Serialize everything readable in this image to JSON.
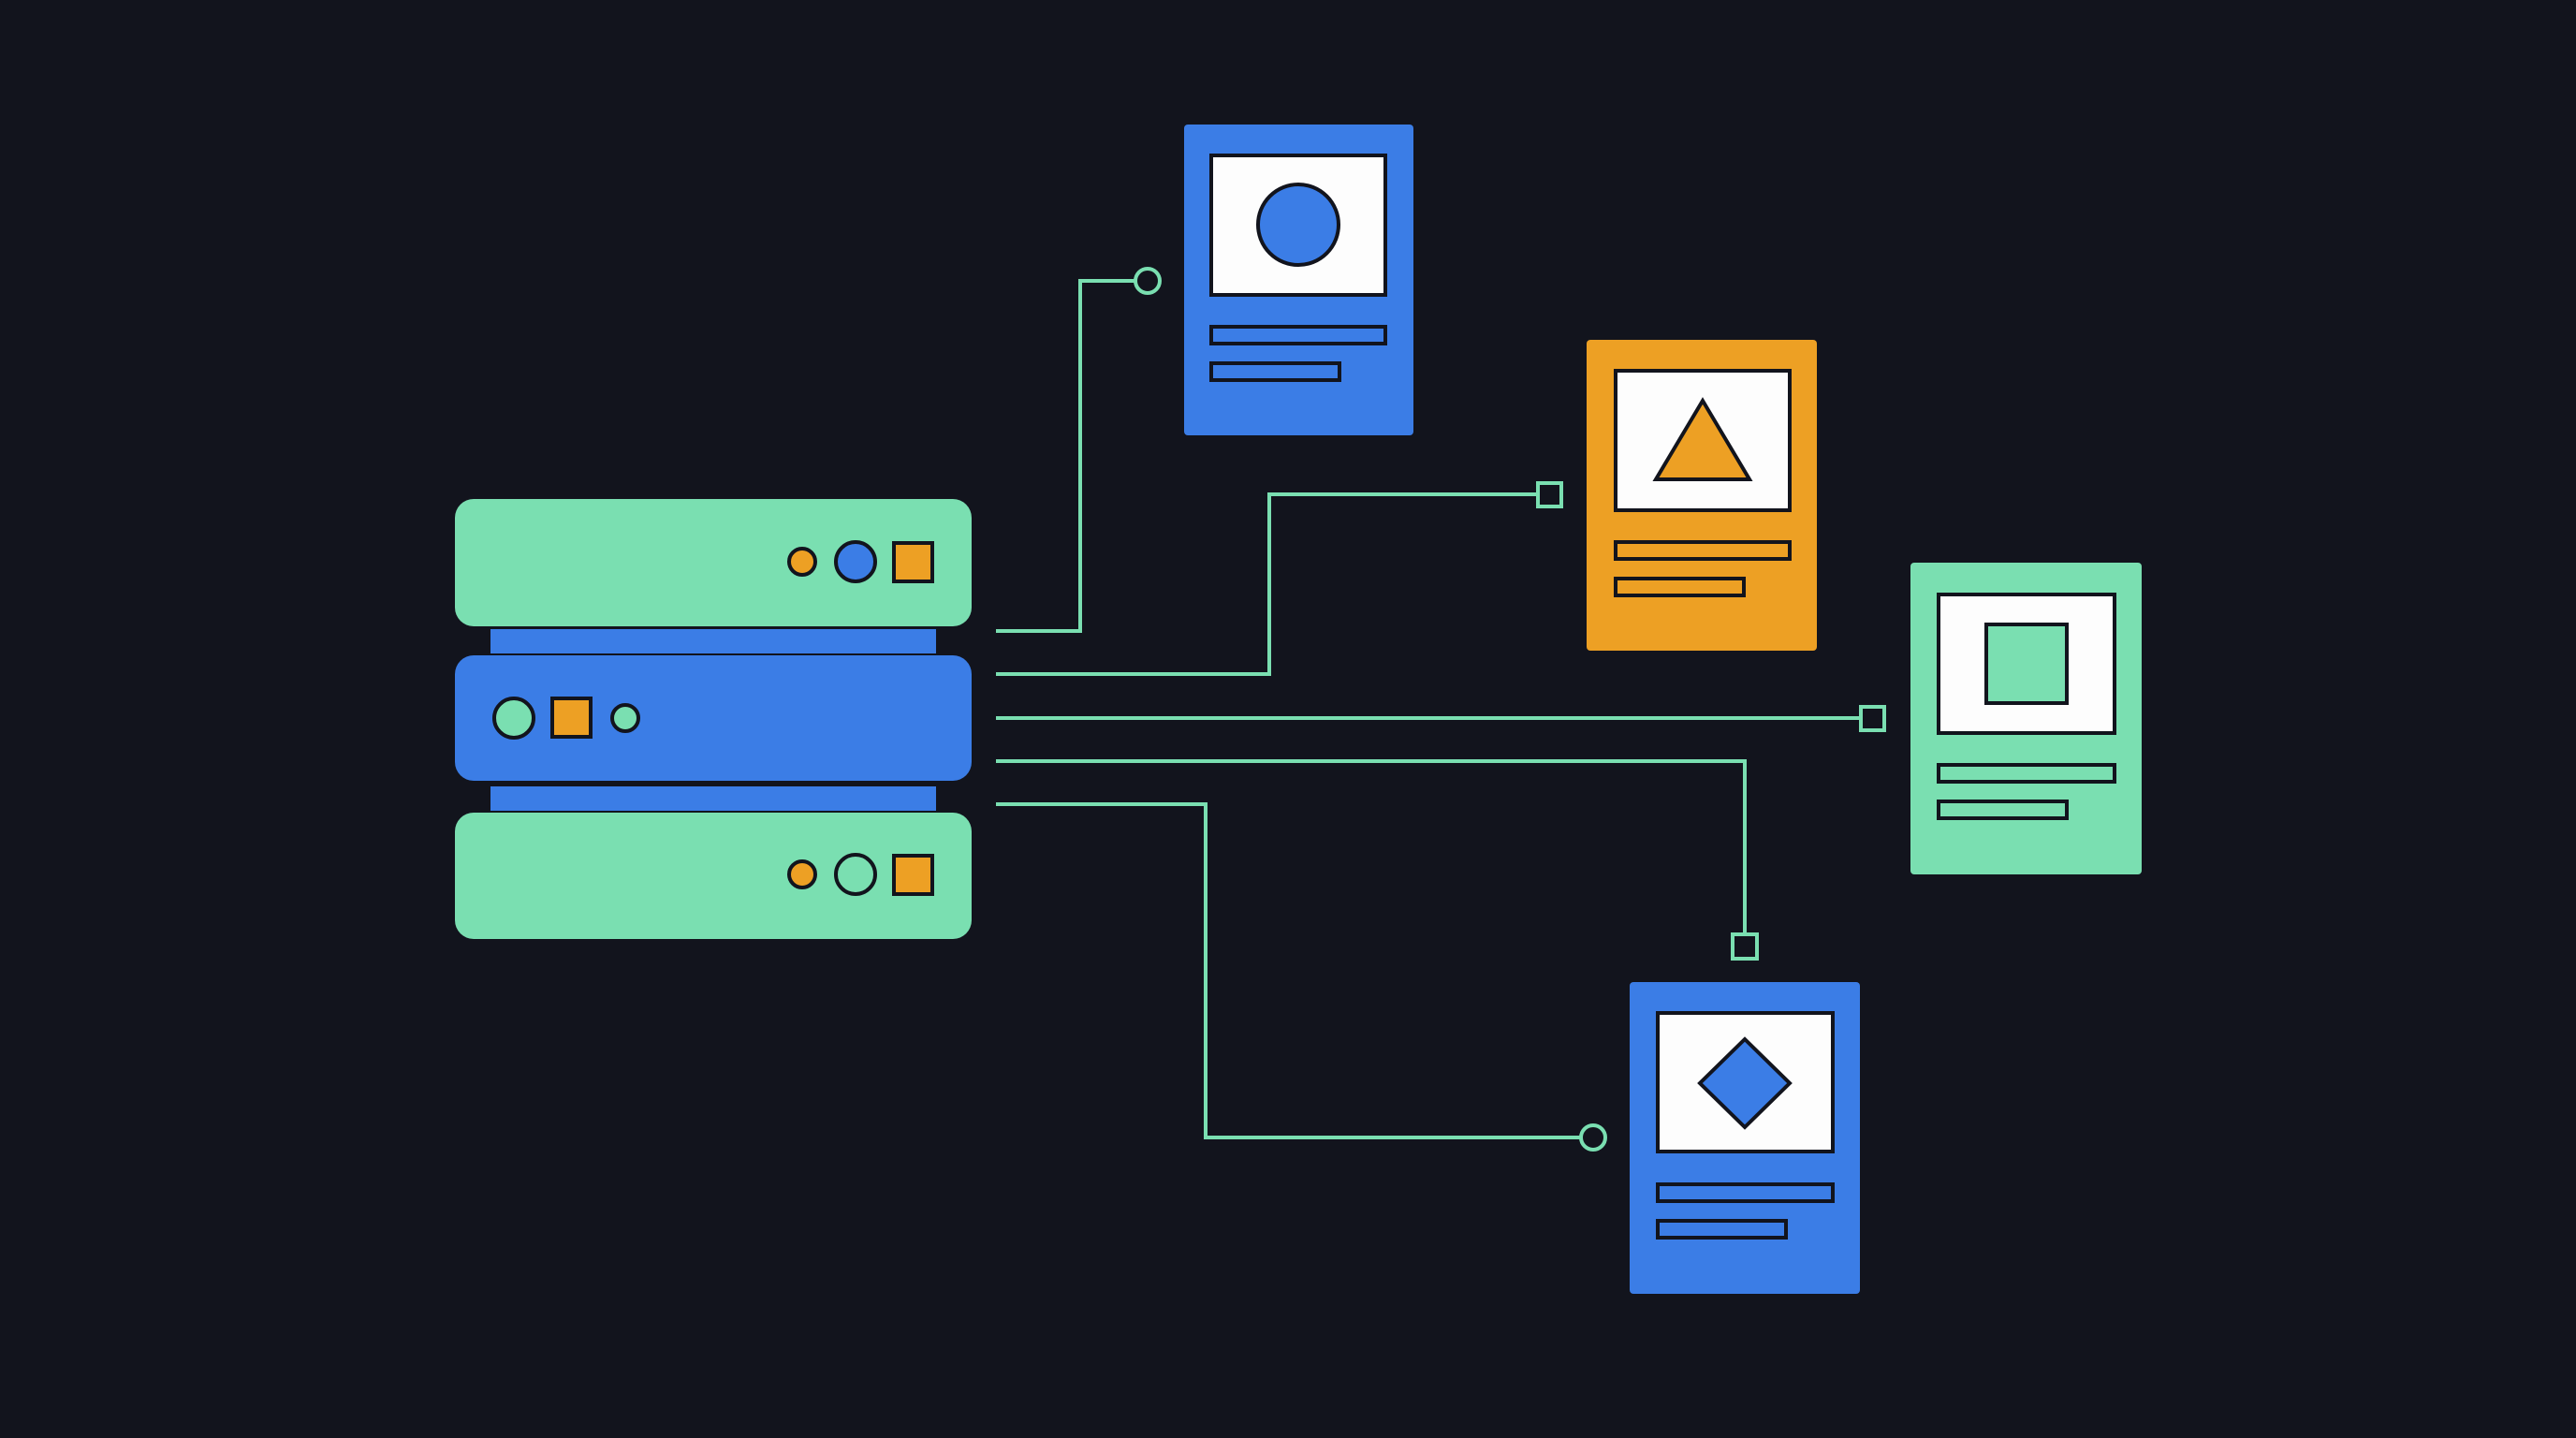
{
  "colors": {
    "background": "#12141d",
    "green": "#7adfb1",
    "blue": "#3b7de6",
    "orange": "#eda024",
    "card_white": "#fdfdfd",
    "outline": "#12141d",
    "connector": "#7adfb1"
  },
  "server": {
    "units": [
      {
        "color": "green",
        "indicators": [
          "small-orange-dot",
          "blue-circle",
          "orange-square"
        ]
      },
      {
        "color": "blue",
        "indicators": [
          "green-circle",
          "orange-square",
          "small-green-dot"
        ]
      },
      {
        "color": "green",
        "indicators": [
          "small-orange-dot",
          "green-circle",
          "orange-square"
        ]
      }
    ]
  },
  "documents": [
    {
      "color": "blue",
      "icon": "circle-icon",
      "connector_end": "circle"
    },
    {
      "color": "orange",
      "icon": "triangle-icon",
      "connector_end": "square"
    },
    {
      "color": "green",
      "icon": "square-icon",
      "connector_end": "square"
    },
    {
      "color": "blue",
      "icon": "diamond-icon",
      "connector_end": "square"
    },
    {
      "color": "blue",
      "icon": "diamond-icon",
      "connector_end": "circle"
    }
  ]
}
